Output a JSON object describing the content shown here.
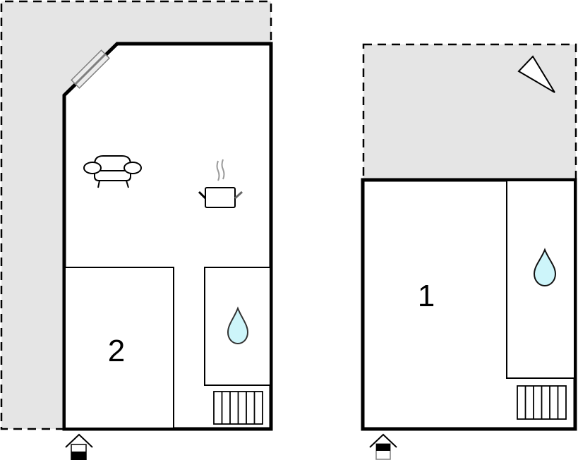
{
  "diagram": {
    "type": "floor-plan",
    "colors": {
      "background": "#ffffff",
      "outdoor_area": "#e5e5e5",
      "wall": "#000000",
      "water_drop_fill": "#cdf5fa",
      "window_stroke": "#808080",
      "steam": "#999999"
    },
    "floors": [
      {
        "id": "floor-left",
        "rooms": [
          {
            "id": "living-kitchen",
            "label": "",
            "icons": [
              "sofa-icon",
              "cooking-pot-icon"
            ]
          },
          {
            "id": "bedroom-2",
            "label": "2"
          },
          {
            "id": "bathroom",
            "label": "",
            "icons": [
              "water-drop-icon"
            ]
          },
          {
            "id": "stairs",
            "label": "",
            "icons": [
              "stairs-icon"
            ]
          }
        ],
        "outdoor": "terrace",
        "window": "diagonal-window",
        "entrance": {
          "icon": "entrance-icon",
          "level": "ground"
        }
      },
      {
        "id": "floor-right",
        "rooms": [
          {
            "id": "bedroom-1",
            "label": "1"
          },
          {
            "id": "bathroom",
            "label": "",
            "icons": [
              "water-drop-icon"
            ]
          },
          {
            "id": "stairs",
            "label": "",
            "icons": [
              "stairs-icon"
            ]
          }
        ],
        "outdoor": "terrace",
        "compass": "north-arrow-icon",
        "entrance": {
          "icon": "entrance-icon",
          "level": "upper"
        }
      }
    ],
    "room_labels": {
      "bedroom_2": "2",
      "bedroom_1": "1"
    }
  }
}
